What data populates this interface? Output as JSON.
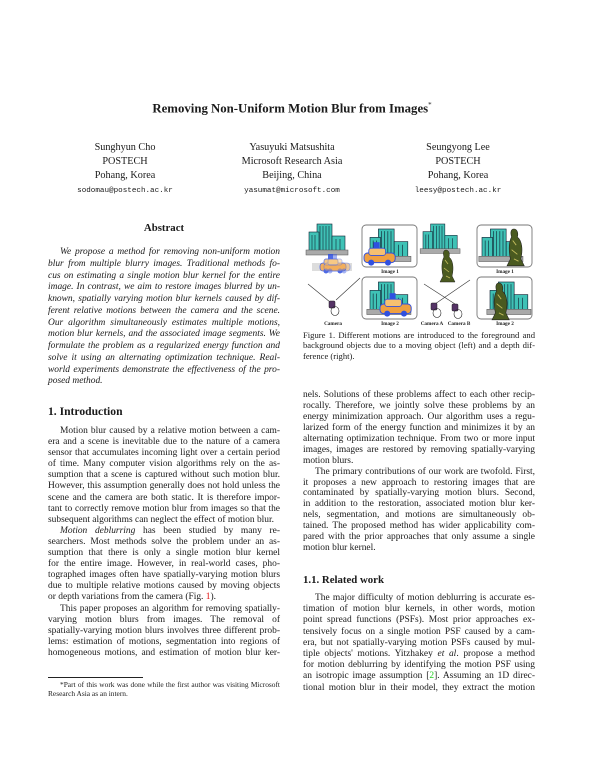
{
  "title": "Removing Non-Uniform Motion Blur from Images",
  "title_mark": "*",
  "authors": [
    {
      "name": "Sunghyun Cho",
      "affiliation": "POSTECH",
      "location": "Pohang, Korea",
      "email": "sodomau@postech.ac.kr"
    },
    {
      "name": "Yasuyuki Matsushita",
      "affiliation": "Microsoft Research Asia",
      "location": "Beijing, China",
      "email": "yasumat@microsoft.com"
    },
    {
      "name": "Seungyong Lee",
      "affiliation": "POSTECH",
      "location": "Pohang, Korea",
      "email": "leesy@postech.ac.kr"
    }
  ],
  "abstract": {
    "heading": "Abstract",
    "lines": [
      "We propose a method for removing non-uniform motion",
      "blur from multiple blurry images. Traditional methods fo-",
      "cus on estimating a single motion blur kernel for the entire",
      "image. In contrast, we aim to restore images blurred by un-",
      "known, spatially varying motion blur kernels caused by dif-",
      "ferent relative motions between the camera and the scene.",
      "Our algorithm simultaneously estimates multiple motions,",
      "motion blur kernels, and the associated image segments. We",
      "formulate the problem as a regularized energy function and",
      "solve it using an alternating optimization technique. Real-",
      "world experiments demonstrate the effectiveness of the pro-",
      "posed method."
    ]
  },
  "intro": {
    "heading": "1. Introduction",
    "paragraphs": [
      [
        "Motion blur caused by a relative motion between a cam-",
        "era and a scene is inevitable due to the nature of a camera",
        "sensor that accumulates incoming light over a certain period",
        "of time. Many computer vision algorithms rely on the as-",
        "sumption that a scene is captured without such motion blur.",
        "However, this assumption generally does not hold unless the",
        "scene and the camera are both static. It is therefore impor-",
        "tant to correctly remove motion blur from images so that the",
        "subsequent algorithms can neglect the effect of motion blur."
      ],
      [
        [
          {
            "t": "Motion deblurring",
            "s": "it"
          },
          {
            "t": " has been studied by many re-"
          }
        ],
        "searchers. Most methods solve the problem under an as-",
        "sumption that there is only a single motion blur kernel",
        "for the entire image. However, in real-world cases, pho-",
        "tographed images often have spatially-varying motion blurs",
        "due to multiple relative motions caused by moving objects",
        [
          {
            "t": "or depth variations from the camera (Fig. "
          },
          {
            "t": "1",
            "s": "red"
          },
          {
            "t": ")."
          }
        ]
      ],
      [
        "This paper proposes an algorithm for removing spatially-",
        "varying motion blurs from images. The removal of",
        "spatially-varying motion blurs involves three different prob-",
        "lems: estimation of motions, segmentation into regions of",
        "homogeneous motions, and estimation of motion blur ker-"
      ]
    ],
    "right_paragraphs": [
      [
        "nels. Solutions of these problems affect to each other recip-",
        "rocally. Therefore, we jointly solve these problems by an",
        "energy minimization approach. Our algorithm uses a regu-",
        "larized form of the energy function and minimizes it by an",
        "alternating optimization technique. From two or more input",
        "images, images are restored by removing spatially-varying",
        "motion blurs."
      ],
      [
        "The primary contributions of our work are twofold. First,",
        "it proposes a new approach to restoring images that are",
        "contaminated by spatially-varying motion blurs. Second,",
        "in addition to the restoration, associated motion blur ker-",
        "nels, segmentation, and motions are simultaneously ob-",
        "tained. The proposed method has wider applicability com-",
        "pared with the prior approaches that only assume a single",
        "motion blur kernel."
      ]
    ]
  },
  "related": {
    "heading": "1.1. Related work",
    "lines": [
      "The major difficulty of motion deblurring is accurate es-",
      "timation of motion blur kernels, in other words, motion",
      "point spread functions (PSFs). Most prior approaches ex-",
      "tensively focus on a single motion PSF caused by a cam-",
      "era, but not spatially-varying motion PSFs caused by mul-",
      [
        {
          "t": "tiple objects' motions. Yitzhakey "
        },
        {
          "t": "et al",
          "s": "it"
        },
        {
          "t": ". propose a method"
        }
      ],
      "for motion deblurring by identifying the motion PSF using",
      [
        {
          "t": "an isotropic image assumption ["
        },
        {
          "t": "2",
          "s": "green"
        },
        {
          "t": "]. Assuming an 1D direc-"
        }
      ],
      "tional motion blur in their model, they extract the motion"
    ]
  },
  "figure": {
    "labels": {
      "camera": "Camera",
      "image1_left": "Image 1",
      "image2_left": "Image 2",
      "camera_a": "Camera A",
      "camera_b": "Camera B",
      "image1_right": "Image 1",
      "image2_right": "Image 2"
    },
    "caption": [
      "Figure 1. Different motions are introduced to the foreground and",
      "background objects due to a moving object (left) and a depth dif-",
      "ference (right)."
    ],
    "colors": {
      "building": "#3fc2b6",
      "car": "#f0a040",
      "statue": "#4a5a20",
      "blur": "#3050e0"
    }
  },
  "footnote": [
    "*Part of this work was done while the first author was visiting Microsoft",
    "Research Asia as an intern."
  ]
}
